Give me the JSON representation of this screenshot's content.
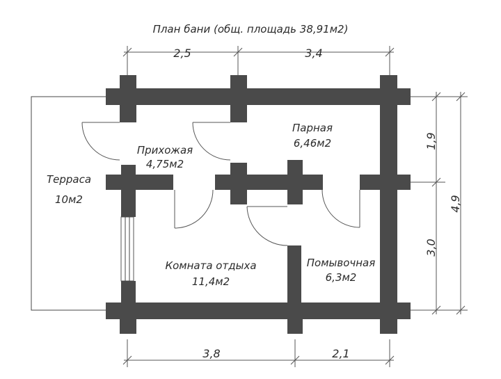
{
  "title": "План бани (общ. площадь 38,91м2)",
  "dimensions": {
    "top_left": "2,5",
    "top_right": "3,4",
    "bottom_left": "3,8",
    "bottom_right": "2,1",
    "right_upper": "1,9",
    "right_lower": "3,0",
    "right_total": "4,9"
  },
  "rooms": {
    "terrace": {
      "name": "Терраса",
      "area": "10м2"
    },
    "hall": {
      "name": "Прихожая",
      "area": "4,75м2"
    },
    "steam": {
      "name": "Парная",
      "area": "6,46м2"
    },
    "lounge": {
      "name": "Комната отдыха",
      "area": "11,4м2"
    },
    "wash": {
      "name": "Помывочная",
      "area": "6,3м2"
    }
  }
}
